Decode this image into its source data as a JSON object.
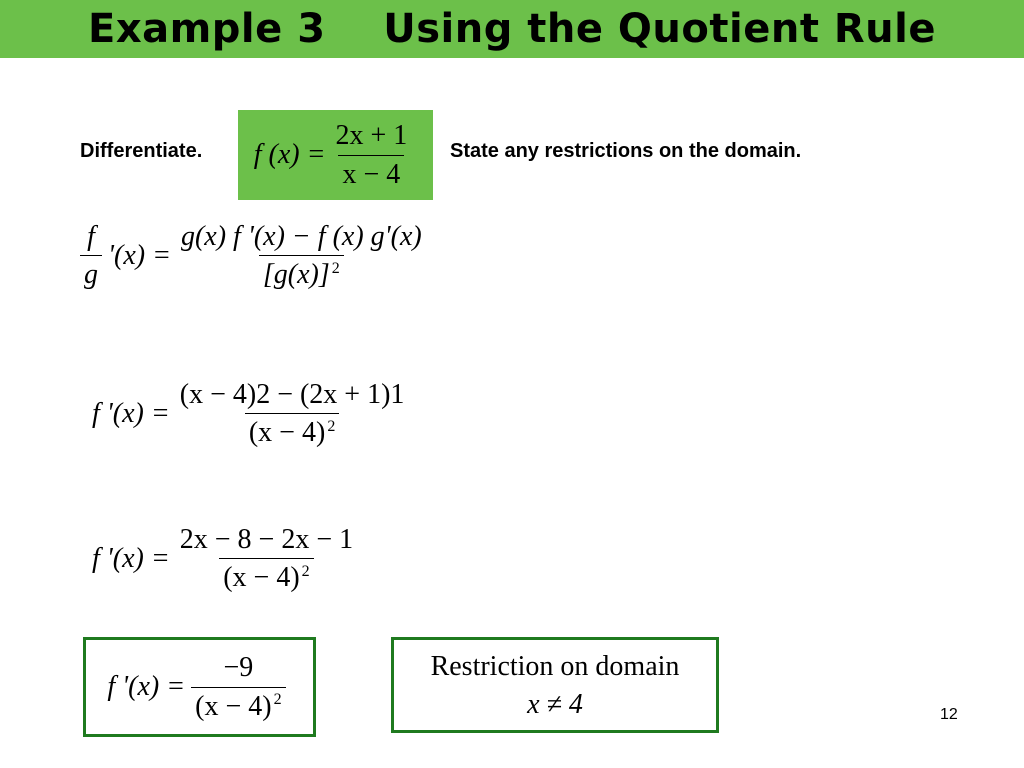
{
  "title": {
    "example": "Example 3",
    "heading": "Using the Quotient Rule"
  },
  "prompt": {
    "differentiate": "Differentiate.",
    "restrictions": "State any restrictions on the domain."
  },
  "given": {
    "lhs": "f (x) =",
    "numerator": "2x + 1",
    "denominator": "x − 4"
  },
  "rule": {
    "lhs_num": "f",
    "lhs_den": "g",
    "lhs_tail": "'(x) =",
    "numerator": "g(x) f '(x) − f (x) g'(x)",
    "denominator": "[g(x)]",
    "denominator_exp": "2"
  },
  "step1": {
    "lhs": "f '(x) =",
    "numerator": "(x − 4)2 − (2x + 1)1",
    "denominator": "(x − 4)",
    "denominator_exp": "2"
  },
  "step2": {
    "lhs": "f '(x) =",
    "numerator": "2x − 8 − 2x − 1",
    "denominator": "(x − 4)",
    "denominator_exp": "2"
  },
  "answer": {
    "lhs": "f '(x) =",
    "numerator": "−9",
    "denominator": "(x − 4)",
    "denominator_exp": "2"
  },
  "restriction": {
    "line1": "Restriction on domain",
    "line2": "x ≠ 4"
  },
  "page_number": "12",
  "colors": {
    "title_bar": "#6cc04a",
    "box_border": "#1f7a1f"
  }
}
